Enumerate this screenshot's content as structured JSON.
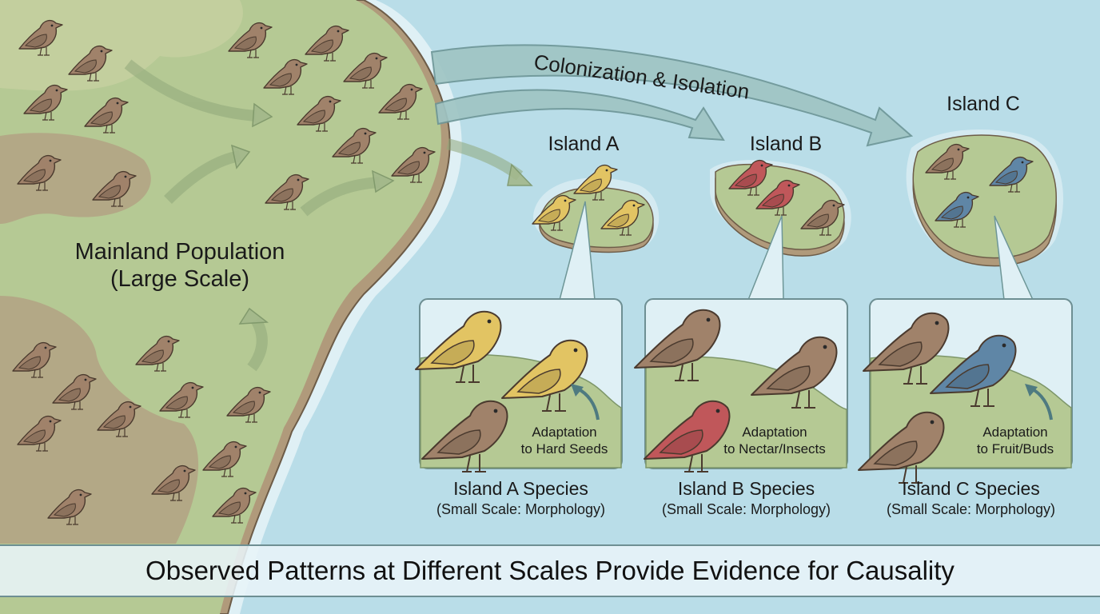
{
  "title": "Observed Patterns at Different Scales Provide Evidence for Causality",
  "mainland": {
    "label_line1": "Mainland Population",
    "label_line2": "(Large Scale)",
    "bird_color": "#a0826a"
  },
  "colonization_arrow": {
    "label": "Colonization & Isolation"
  },
  "islands": [
    {
      "name": "Island A",
      "bird_color": "#e2c463",
      "beak": "thick"
    },
    {
      "name": "Island B",
      "bird_color": "#c0575a",
      "beak": "long-curved"
    },
    {
      "name": "Island C",
      "bird_color": "#5f86a6",
      "beak": "hooked"
    }
  ],
  "panels": [
    {
      "adaptation_line1": "Adaptation",
      "adaptation_line2": "to Hard Seeds",
      "species": "Island A Species",
      "scale": "(Small Scale: Morphology)"
    },
    {
      "adaptation_line1": "Adaptation",
      "adaptation_line2": "to Nectar/Insects",
      "species": "Island B Species",
      "scale": "(Small Scale: Morphology)"
    },
    {
      "adaptation_line1": "Adaptation",
      "adaptation_line2": "to Fruit/Buds",
      "species": "Island C Species",
      "scale": "(Small Scale: Morphology)"
    }
  ],
  "colors": {
    "ocean": "#b9dde8",
    "land_light": "#c3cf9e",
    "land_green": "#b5c994",
    "land_dark": "#b3a886",
    "shore": "#b09a7b",
    "arrow_fill": "#9fc5c4",
    "arrow_stroke": "#6e9697"
  }
}
